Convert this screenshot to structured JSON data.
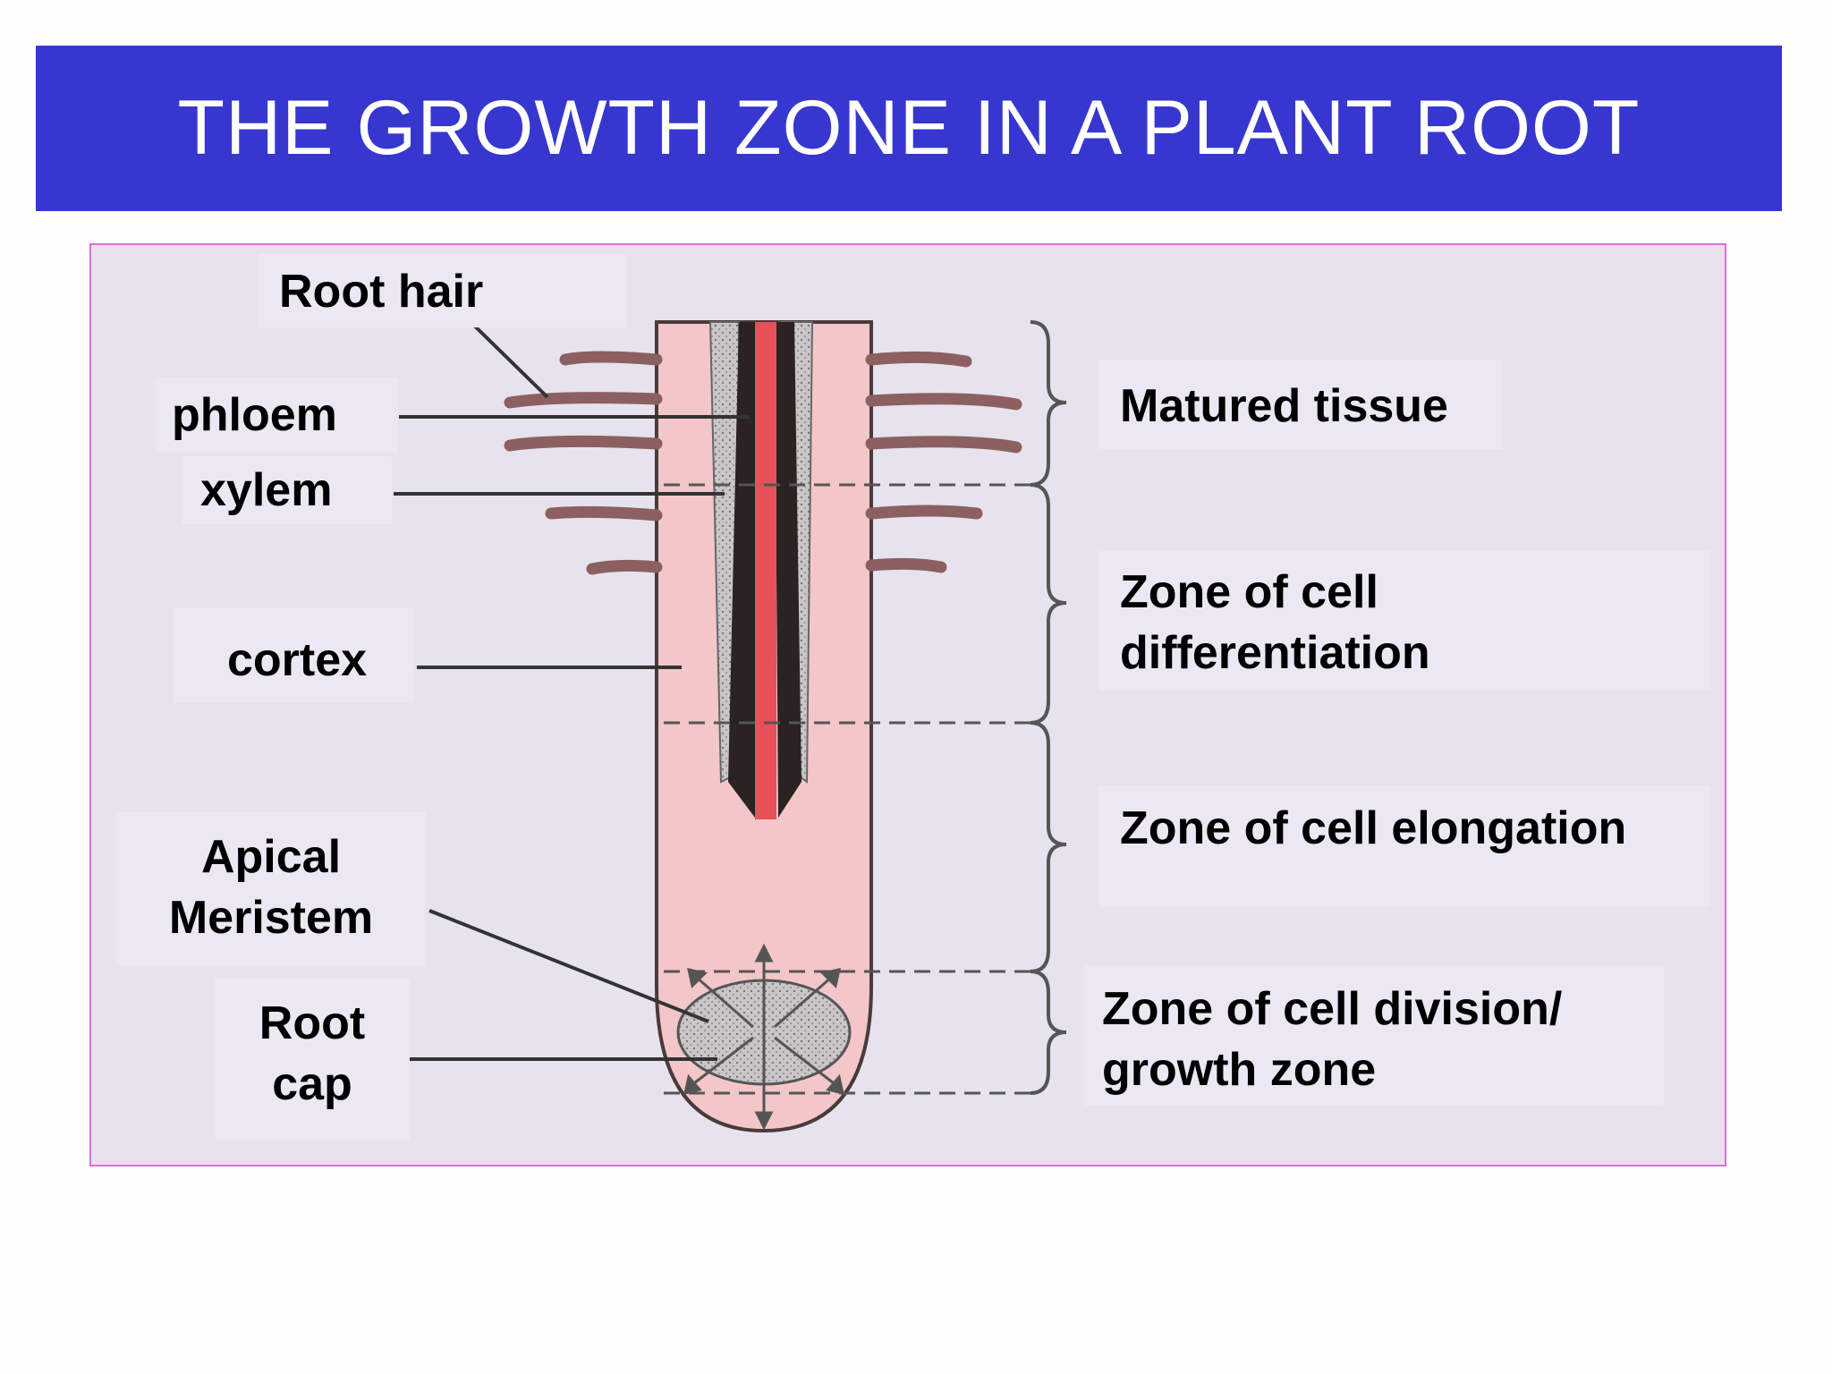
{
  "slide": {
    "title": "THE GROWTH ZONE IN A PLANT ROOT"
  },
  "diagram": {
    "left_labels": {
      "root_hair": "Root hair",
      "phloem": "phloem",
      "xylem": "xylem",
      "cortex": "cortex",
      "apical_meristem_line1": "Apical",
      "apical_meristem_line2": "Meristem",
      "root_cap_line1": "Root",
      "root_cap_line2": "cap"
    },
    "zone_labels": {
      "matured": "Matured tissue",
      "differentiation_line1": "Zone of cell",
      "differentiation_line2": "differentiation",
      "elongation": "Zone of cell elongation",
      "division_line1": "Zone of cell division/",
      "division_line2": "growth zone"
    },
    "colors": {
      "title_bar": "#3737cf",
      "frame_border": "#e26ad6",
      "root_fill": "#f3c6c9",
      "vascular_core": "#e8505a",
      "root_hair": "#8c6060",
      "dashed_line": "#555555"
    }
  }
}
